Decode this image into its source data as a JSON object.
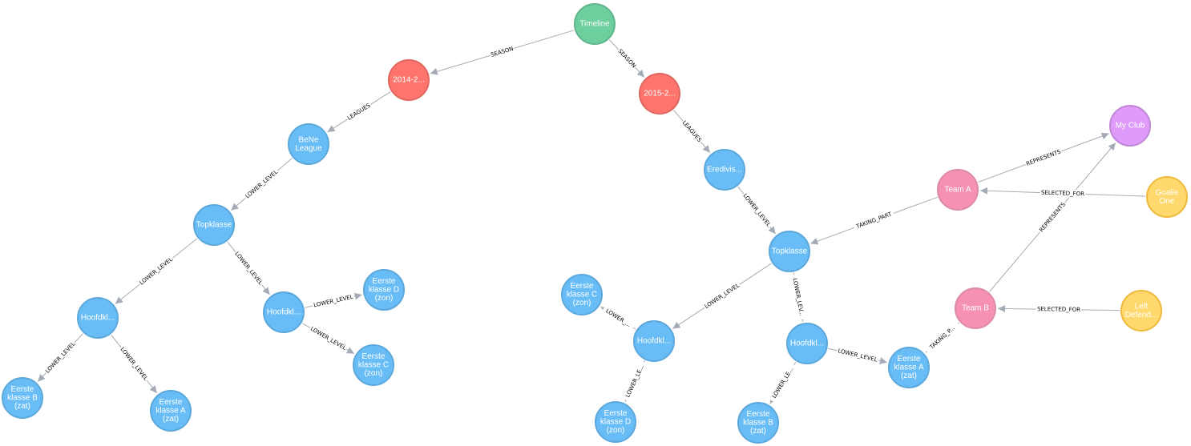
{
  "colors": {
    "Timeline": {
      "fill": "#6dce9e",
      "stroke": "#60b58b"
    },
    "Season": {
      "fill": "#ff756e",
      "stroke": "#e06760"
    },
    "League": {
      "fill": "#68bdf6",
      "stroke": "#5ca8db"
    },
    "Team": {
      "fill": "#f691b2",
      "stroke": "#dc8aa5"
    },
    "Club": {
      "fill": "#de9bf9",
      "stroke": "#bf85d6"
    },
    "Player": {
      "fill": "#ffd86e",
      "stroke": "#edba39"
    }
  },
  "nodes": [
    {
      "id": "timeline",
      "type": "Timeline",
      "lines": [
        "Timeline"
      ]
    },
    {
      "id": "s2014",
      "type": "Season",
      "lines": [
        "2014-2..."
      ]
    },
    {
      "id": "s2015",
      "type": "Season",
      "lines": [
        "2015-2..."
      ]
    },
    {
      "id": "bene",
      "type": "League",
      "lines": [
        "BeNe",
        "League"
      ]
    },
    {
      "id": "top1",
      "type": "League",
      "lines": [
        "Topklasse"
      ]
    },
    {
      "id": "hoofd1",
      "type": "League",
      "lines": [
        "Hoofdkl..."
      ]
    },
    {
      "id": "hoofd2",
      "type": "League",
      "lines": [
        "Hoofdkl..."
      ]
    },
    {
      "id": "ekB_zat1",
      "type": "League",
      "lines": [
        "Eerste",
        "klasse B",
        "(zat)"
      ]
    },
    {
      "id": "ekA_zat1",
      "type": "League",
      "lines": [
        "Eerste",
        "klasse A",
        "(zat)"
      ]
    },
    {
      "id": "ekD_zon1",
      "type": "League",
      "lines": [
        "Eerste",
        "klasse D",
        "(zon)"
      ]
    },
    {
      "id": "ekC_zon1",
      "type": "League",
      "lines": [
        "Eerste",
        "klasse C",
        "(zon)"
      ]
    },
    {
      "id": "eredivisie",
      "type": "League",
      "lines": [
        "Eredivis..."
      ]
    },
    {
      "id": "top2",
      "type": "League",
      "lines": [
        "Topklasse"
      ]
    },
    {
      "id": "hoofd3",
      "type": "League",
      "lines": [
        "Hoofdkl..."
      ]
    },
    {
      "id": "hoofd4",
      "type": "League",
      "lines": [
        "Hoofdkl..."
      ]
    },
    {
      "id": "ekC_zon2",
      "type": "League",
      "lines": [
        "Eerste",
        "klasse C",
        "(zon)"
      ]
    },
    {
      "id": "ekD_zon2",
      "type": "League",
      "lines": [
        "Eerste",
        "klasse D",
        "(zon)"
      ]
    },
    {
      "id": "ekB_zat2",
      "type": "League",
      "lines": [
        "Eerste",
        "klasse B",
        "(zat)"
      ]
    },
    {
      "id": "ekA_zat2",
      "type": "League",
      "lines": [
        "Eerste",
        "klasse A",
        "(zat)"
      ]
    },
    {
      "id": "teamA",
      "type": "Team",
      "lines": [
        "Team A"
      ]
    },
    {
      "id": "teamB",
      "type": "Team",
      "lines": [
        "Team B"
      ]
    },
    {
      "id": "myclub",
      "type": "Club",
      "lines": [
        "My Club"
      ]
    },
    {
      "id": "goalie",
      "type": "Player",
      "lines": [
        "Goalie",
        "One"
      ]
    },
    {
      "id": "leftdef",
      "type": "Player",
      "lines": [
        "Left",
        "Defend..."
      ]
    }
  ],
  "edges": [
    {
      "from": "timeline",
      "to": "s2014",
      "label": "SEASON"
    },
    {
      "from": "timeline",
      "to": "s2015",
      "label": "SEASON"
    },
    {
      "from": "s2014",
      "to": "bene",
      "label": "LEAGUES"
    },
    {
      "from": "s2015",
      "to": "eredivisie",
      "label": "LEAGUES"
    },
    {
      "from": "bene",
      "to": "top1",
      "label": "LOWER_LEVEL"
    },
    {
      "from": "top1",
      "to": "hoofd1",
      "label": "LOWER_LEVEL"
    },
    {
      "from": "top1",
      "to": "hoofd2",
      "label": "LOWER_LEVEL"
    },
    {
      "from": "hoofd1",
      "to": "ekB_zat1",
      "label": "LOWER_LEVEL"
    },
    {
      "from": "hoofd1",
      "to": "ekA_zat1",
      "label": "LOWER_LEVEL"
    },
    {
      "from": "hoofd2",
      "to": "ekD_zon1",
      "label": "LOWER_LEVEL"
    },
    {
      "from": "hoofd2",
      "to": "ekC_zon1",
      "label": "LOWER_LEVEL"
    },
    {
      "from": "eredivisie",
      "to": "top2",
      "label": "LOWER_LEVEL"
    },
    {
      "from": "top2",
      "to": "hoofd3",
      "label": "LOWER_LEVEL"
    },
    {
      "from": "top2",
      "to": "hoofd4",
      "label": "LOWER_LEV..."
    },
    {
      "from": "hoofd3",
      "to": "ekC_zon2",
      "label": "LOWER_..."
    },
    {
      "from": "hoofd3",
      "to": "ekD_zon2",
      "label": "LOWER_LE..."
    },
    {
      "from": "hoofd4",
      "to": "ekB_zat2",
      "label": "LOWER_LE..."
    },
    {
      "from": "hoofd4",
      "to": "ekA_zat2",
      "label": "LOWER_LEVEL"
    },
    {
      "from": "teamA",
      "to": "top2",
      "label": "TAKING_PART"
    },
    {
      "from": "teamB",
      "to": "ekA_zat2",
      "label": "TAKING_P..."
    },
    {
      "from": "teamA",
      "to": "myclub",
      "label": "REPRESENTS"
    },
    {
      "from": "teamB",
      "to": "myclub",
      "label": "REPRESENTS"
    },
    {
      "from": "goalie",
      "to": "teamA",
      "label": "SELECTED_FOR"
    },
    {
      "from": "leftdef",
      "to": "teamB",
      "label": "SELECTED_FOR"
    }
  ]
}
